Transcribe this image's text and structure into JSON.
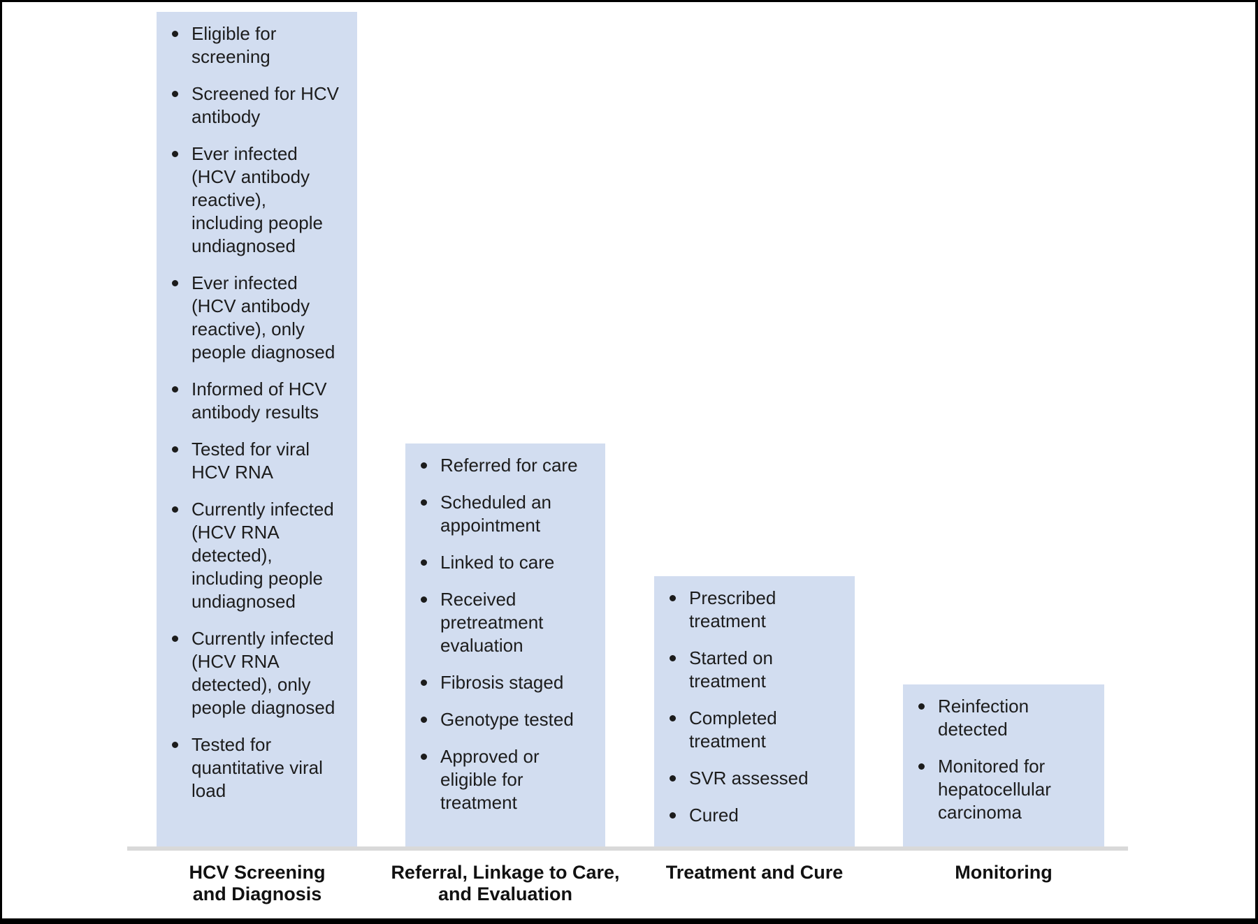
{
  "colors": {
    "stage_box_fill": "#d2ddf0",
    "baseline_gray": "#d9d9d9",
    "text": "#1c1c1c",
    "frame_border": "#000000"
  },
  "columns": [
    {
      "id": "hcv-screening-and-diagnosis",
      "label": "HCV Screening\nand Diagnosis",
      "bullets": [
        "Eligible for\nscreening",
        "Screened for HCV\nantibody",
        "Ever infected\n(HCV antibody\nreactive),\nincluding people\nundiagnosed",
        "Ever infected\n(HCV antibody\nreactive), only\npeople diagnosed",
        "Informed of HCV\nantibody results",
        "Tested for viral\nHCV RNA",
        "Currently infected\n(HCV RNA\ndetected),\nincluding people\nundiagnosed",
        "Currently infected\n(HCV RNA\ndetected), only\npeople diagnosed",
        "Tested for\nquantitative viral\nload"
      ]
    },
    {
      "id": "referral-linkage-evaluation",
      "label": "Referral, Linkage to Care,\nand Evaluation",
      "bullets": [
        "Referred for care",
        "Scheduled an\nappointment",
        "Linked to care",
        "Received\npretreatment\nevaluation",
        "Fibrosis staged",
        "Genotype tested",
        "Approved or\neligible for\ntreatment"
      ]
    },
    {
      "id": "treatment-and-cure",
      "label": "Treatment and Cure",
      "bullets": [
        "Prescribed\ntreatment",
        "Started on\ntreatment",
        "Completed\ntreatment",
        "SVR assessed",
        "Cured"
      ]
    },
    {
      "id": "monitoring",
      "label": "Monitoring",
      "bullets": [
        "Reinfection\ndetected",
        "Monitored for\nhepatocellular\ncarcinoma"
      ]
    }
  ]
}
